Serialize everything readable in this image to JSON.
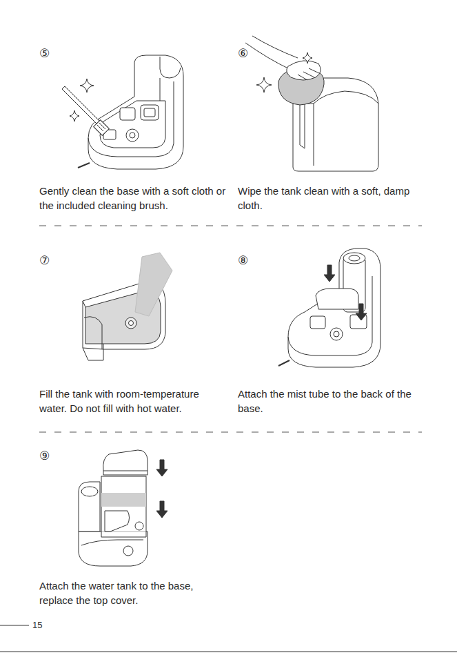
{
  "diagram": {
    "labels": [
      "⑤",
      "Gently clean the base with a soft cloth or the included cleaning brush.",
      "⑥",
      "Wipe the tank clean with a soft, damp cloth.",
      "⑦",
      "Fill the tank with room-temperature water. Do not fill with hot water.",
      "⑧",
      "Attach the mist tube to the back of the base.",
      "⑨",
      "Attach the water tank to the base, replace the top cover.",
      "15"
    ]
  }
}
